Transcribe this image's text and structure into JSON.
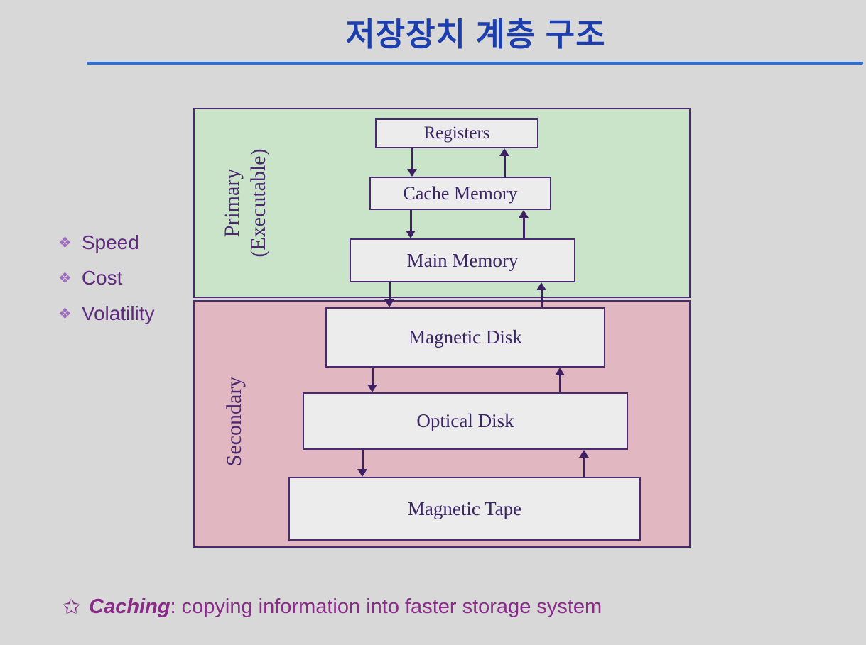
{
  "title": "저장장치 계층 구조",
  "bullets": [
    {
      "label": "Speed"
    },
    {
      "label": "Cost"
    },
    {
      "label": "Volatility"
    }
  ],
  "diagram": {
    "primary": {
      "label_line1": "Primary",
      "label_line2": "(Executable)",
      "boxes": [
        "Registers",
        "Cache Memory",
        "Main Memory"
      ]
    },
    "secondary": {
      "label": "Secondary",
      "boxes": [
        "Magnetic Disk",
        "Optical Disk",
        "Magnetic Tape"
      ]
    }
  },
  "caption": {
    "term": "Caching",
    "rest": ": copying information into faster storage system"
  },
  "icons": {
    "diamond_bullet": "❖",
    "star": "✩"
  },
  "colors": {
    "title-blue": "#1d3fae",
    "underline-blue": "#2e6fd6",
    "primary-green": "#c9e4c8",
    "secondary-pink": "#e1b7c2",
    "purple-text": "#5e2b7e",
    "caption-purple": "#8a2b8a",
    "box-border": "#4a2a6e",
    "arrow-purple": "#3d1f63",
    "background": "#d8d8d8"
  }
}
